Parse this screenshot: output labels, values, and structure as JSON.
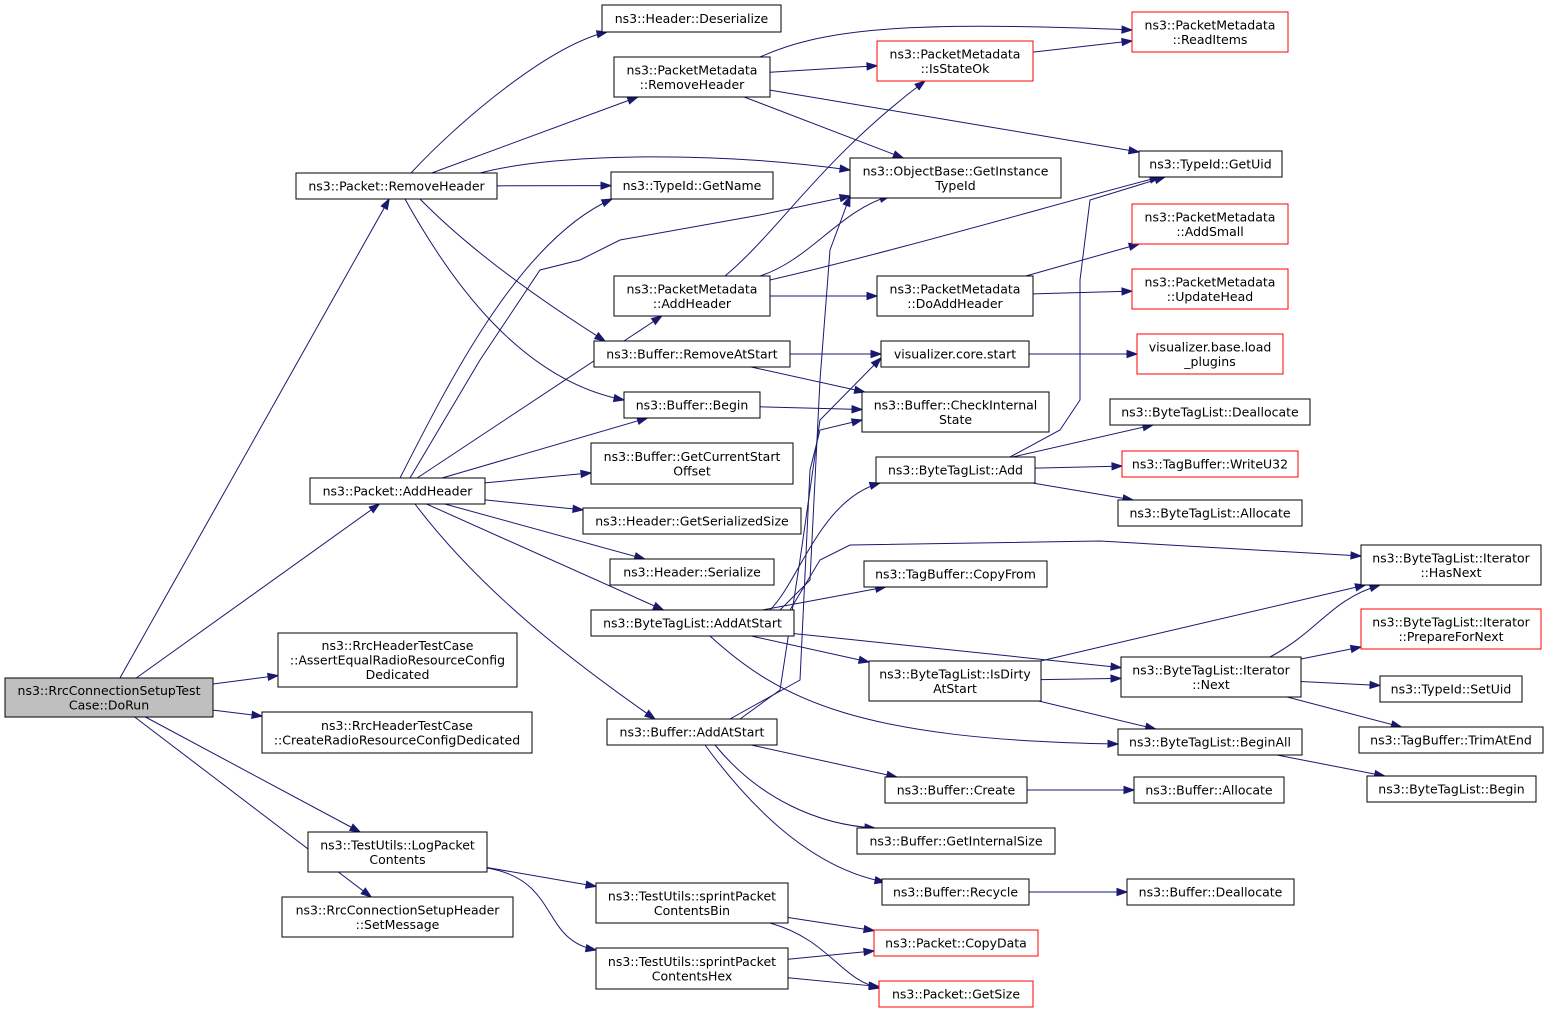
{
  "colors": {
    "edge": "#191970",
    "root_fill": "#bfbfbf",
    "normal_border": "#000000",
    "incomplete_border": "#ff0000",
    "node_fill": "#ffffff"
  },
  "nodes": [
    {
      "id": "dorun",
      "lines": [
        "ns3::RrcConnectionSetupTest",
        "Case::DoRun"
      ],
      "kind": "root"
    },
    {
      "id": "removeheader",
      "lines": [
        "ns3::Packet::RemoveHeader"
      ],
      "kind": "normal"
    },
    {
      "id": "addheader",
      "lines": [
        "ns3::Packet::AddHeader"
      ],
      "kind": "normal"
    },
    {
      "id": "assertequal",
      "lines": [
        "ns3::RrcHeaderTestCase",
        "::AssertEqualRadioResourceConfig",
        "Dedicated"
      ],
      "kind": "normal"
    },
    {
      "id": "createradio",
      "lines": [
        "ns3::RrcHeaderTestCase",
        "::CreateRadioResourceConfigDedicated"
      ],
      "kind": "normal"
    },
    {
      "id": "logpacket",
      "lines": [
        "ns3::TestUtils::LogPacket",
        "Contents"
      ],
      "kind": "normal"
    },
    {
      "id": "setmessage",
      "lines": [
        "ns3::RrcConnectionSetupHeader",
        "::SetMessage"
      ],
      "kind": "normal"
    },
    {
      "id": "hdrdeser",
      "lines": [
        "ns3::Header::Deserialize"
      ],
      "kind": "normal"
    },
    {
      "id": "pmremovehdr",
      "lines": [
        "ns3::PacketMetadata",
        "::RemoveHeader"
      ],
      "kind": "normal"
    },
    {
      "id": "getname",
      "lines": [
        "ns3::TypeId::GetName"
      ],
      "kind": "normal"
    },
    {
      "id": "pmaddhdr",
      "lines": [
        "ns3::PacketMetadata",
        "::AddHeader"
      ],
      "kind": "normal"
    },
    {
      "id": "bufremove",
      "lines": [
        "ns3::Buffer::RemoveAtStart"
      ],
      "kind": "normal"
    },
    {
      "id": "bufbegin",
      "lines": [
        "ns3::Buffer::Begin"
      ],
      "kind": "normal"
    },
    {
      "id": "bufgetcur",
      "lines": [
        "ns3::Buffer::GetCurrentStart",
        "Offset"
      ],
      "kind": "normal"
    },
    {
      "id": "hdrgetsize",
      "lines": [
        "ns3::Header::GetSerializedSize"
      ],
      "kind": "normal"
    },
    {
      "id": "hdrser",
      "lines": [
        "ns3::Header::Serialize"
      ],
      "kind": "normal"
    },
    {
      "id": "btladdstart",
      "lines": [
        "ns3::ByteTagList::AddAtStart"
      ],
      "kind": "normal"
    },
    {
      "id": "bufaddstart",
      "lines": [
        "ns3::Buffer::AddAtStart"
      ],
      "kind": "normal"
    },
    {
      "id": "sprintbin",
      "lines": [
        "ns3::TestUtils::sprintPacket",
        "ContentsBin"
      ],
      "kind": "normal"
    },
    {
      "id": "sprinthex",
      "lines": [
        "ns3::TestUtils::sprintPacket",
        "ContentsHex"
      ],
      "kind": "normal"
    },
    {
      "id": "isstateok",
      "lines": [
        "ns3::PacketMetadata",
        "::IsStateOk"
      ],
      "kind": "incomplete"
    },
    {
      "id": "getinst",
      "lines": [
        "ns3::ObjectBase::GetInstance",
        "TypeId"
      ],
      "kind": "normal"
    },
    {
      "id": "doaddhdr",
      "lines": [
        "ns3::PacketMetadata",
        "::DoAddHeader"
      ],
      "kind": "normal"
    },
    {
      "id": "vizstart",
      "lines": [
        "visualizer.core.start"
      ],
      "kind": "normal"
    },
    {
      "id": "bufcheck",
      "lines": [
        "ns3::Buffer::CheckInternal",
        "State"
      ],
      "kind": "normal"
    },
    {
      "id": "btladd",
      "lines": [
        "ns3::ByteTagList::Add"
      ],
      "kind": "normal"
    },
    {
      "id": "tbcopyfrom",
      "lines": [
        "ns3::TagBuffer::CopyFrom"
      ],
      "kind": "normal"
    },
    {
      "id": "btldirty",
      "lines": [
        "ns3::ByteTagList::IsDirty",
        "AtStart"
      ],
      "kind": "normal"
    },
    {
      "id": "bufcreate",
      "lines": [
        "ns3::Buffer::Create"
      ],
      "kind": "normal"
    },
    {
      "id": "bufgetint",
      "lines": [
        "ns3::Buffer::GetInternalSize"
      ],
      "kind": "normal"
    },
    {
      "id": "bufrecycle",
      "lines": [
        "ns3::Buffer::Recycle"
      ],
      "kind": "normal"
    },
    {
      "id": "pktcopy",
      "lines": [
        "ns3::Packet::CopyData"
      ],
      "kind": "incomplete"
    },
    {
      "id": "pktsize",
      "lines": [
        "ns3::Packet::GetSize"
      ],
      "kind": "incomplete"
    },
    {
      "id": "readitems",
      "lines": [
        "ns3::PacketMetadata",
        "::ReadItems"
      ],
      "kind": "incomplete"
    },
    {
      "id": "getuid",
      "lines": [
        "ns3::TypeId::GetUid"
      ],
      "kind": "normal"
    },
    {
      "id": "addsmall",
      "lines": [
        "ns3::PacketMetadata",
        "::AddSmall"
      ],
      "kind": "incomplete"
    },
    {
      "id": "updatehead",
      "lines": [
        "ns3::PacketMetadata",
        "::UpdateHead"
      ],
      "kind": "incomplete"
    },
    {
      "id": "vizload",
      "lines": [
        "visualizer.base.load",
        "_plugins"
      ],
      "kind": "incomplete"
    },
    {
      "id": "btldealloc",
      "lines": [
        "ns3::ByteTagList::Deallocate"
      ],
      "kind": "normal"
    },
    {
      "id": "tbwrite",
      "lines": [
        "ns3::TagBuffer::WriteU32"
      ],
      "kind": "incomplete"
    },
    {
      "id": "btlalloc",
      "lines": [
        "ns3::ByteTagList::Allocate"
      ],
      "kind": "normal"
    },
    {
      "id": "ithasnext",
      "lines": [
        "ns3::ByteTagList::Iterator",
        "::HasNext"
      ],
      "kind": "normal"
    },
    {
      "id": "itprep",
      "lines": [
        "ns3::ByteTagList::Iterator",
        "::PrepareForNext"
      ],
      "kind": "incomplete"
    },
    {
      "id": "itnext",
      "lines": [
        "ns3::ByteTagList::Iterator",
        "::Next"
      ],
      "kind": "normal"
    },
    {
      "id": "setuid",
      "lines": [
        "ns3::TypeId::SetUid"
      ],
      "kind": "normal"
    },
    {
      "id": "tbtrim",
      "lines": [
        "ns3::TagBuffer::TrimAtEnd"
      ],
      "kind": "normal"
    },
    {
      "id": "btlbeginall",
      "lines": [
        "ns3::ByteTagList::BeginAll"
      ],
      "kind": "normal"
    },
    {
      "id": "btlbegin",
      "lines": [
        "ns3::ByteTagList::Begin"
      ],
      "kind": "normal"
    },
    {
      "id": "bufalloc",
      "lines": [
        "ns3::Buffer::Allocate"
      ],
      "kind": "normal"
    },
    {
      "id": "bufdealloc",
      "lines": [
        "ns3::Buffer::Deallocate"
      ],
      "kind": "normal"
    }
  ],
  "edges": [
    [
      "dorun",
      "removeheader"
    ],
    [
      "dorun",
      "addheader"
    ],
    [
      "dorun",
      "assertequal"
    ],
    [
      "dorun",
      "createradio"
    ],
    [
      "dorun",
      "logpacket"
    ],
    [
      "dorun",
      "setmessage"
    ],
    [
      "removeheader",
      "hdrdeser"
    ],
    [
      "removeheader",
      "pmremovehdr"
    ],
    [
      "removeheader",
      "getname"
    ],
    [
      "removeheader",
      "getinst"
    ],
    [
      "removeheader",
      "bufremove"
    ],
    [
      "removeheader",
      "bufbegin"
    ],
    [
      "addheader",
      "getname"
    ],
    [
      "addheader",
      "getinst"
    ],
    [
      "addheader",
      "pmaddhdr"
    ],
    [
      "addheader",
      "bufbegin"
    ],
    [
      "addheader",
      "bufgetcur"
    ],
    [
      "addheader",
      "hdrgetsize"
    ],
    [
      "addheader",
      "hdrser"
    ],
    [
      "addheader",
      "btladdstart"
    ],
    [
      "addheader",
      "bufaddstart"
    ],
    [
      "logpacket",
      "sprintbin"
    ],
    [
      "logpacket",
      "sprinthex"
    ],
    [
      "pmremovehdr",
      "readitems"
    ],
    [
      "pmremovehdr",
      "isstateok"
    ],
    [
      "pmremovehdr",
      "getinst"
    ],
    [
      "pmremovehdr",
      "getuid"
    ],
    [
      "pmaddhdr",
      "isstateok"
    ],
    [
      "pmaddhdr",
      "getinst"
    ],
    [
      "pmaddhdr",
      "getuid"
    ],
    [
      "pmaddhdr",
      "doaddhdr"
    ],
    [
      "isstateok",
      "readitems"
    ],
    [
      "doaddhdr",
      "addsmall"
    ],
    [
      "doaddhdr",
      "updatehead"
    ],
    [
      "bufremove",
      "vizstart"
    ],
    [
      "bufremove",
      "bufcheck"
    ],
    [
      "bufbegin",
      "bufcheck"
    ],
    [
      "vizstart",
      "vizload"
    ],
    [
      "btladd",
      "btldealloc"
    ],
    [
      "btladd",
      "tbwrite"
    ],
    [
      "btladd",
      "btlalloc"
    ],
    [
      "btladd",
      "getuid"
    ],
    [
      "btladdstart",
      "btladd"
    ],
    [
      "btladdstart",
      "tbcopyfrom"
    ],
    [
      "btladdstart",
      "ithasnext"
    ],
    [
      "btladdstart",
      "btldirty"
    ],
    [
      "btladdstart",
      "itnext"
    ],
    [
      "btladdstart",
      "btlbeginall"
    ],
    [
      "btladdstart",
      "getinst"
    ],
    [
      "btldirty",
      "ithasnext"
    ],
    [
      "btldirty",
      "itnext"
    ],
    [
      "btldirty",
      "btlbeginall"
    ],
    [
      "itnext",
      "itprep"
    ],
    [
      "itnext",
      "setuid"
    ],
    [
      "itnext",
      "tbtrim"
    ],
    [
      "itnext",
      "ithasnext"
    ],
    [
      "btlbeginall",
      "btlbegin"
    ],
    [
      "bufaddstart",
      "vizstart"
    ],
    [
      "bufaddstart",
      "bufcheck"
    ],
    [
      "bufaddstart",
      "bufcreate"
    ],
    [
      "bufaddstart",
      "bufgetint"
    ],
    [
      "bufaddstart",
      "bufrecycle"
    ],
    [
      "bufcreate",
      "bufalloc"
    ],
    [
      "bufrecycle",
      "bufdealloc"
    ],
    [
      "sprintbin",
      "pktcopy"
    ],
    [
      "sprintbin",
      "pktsize"
    ],
    [
      "sprinthex",
      "pktcopy"
    ],
    [
      "sprinthex",
      "pktsize"
    ]
  ]
}
